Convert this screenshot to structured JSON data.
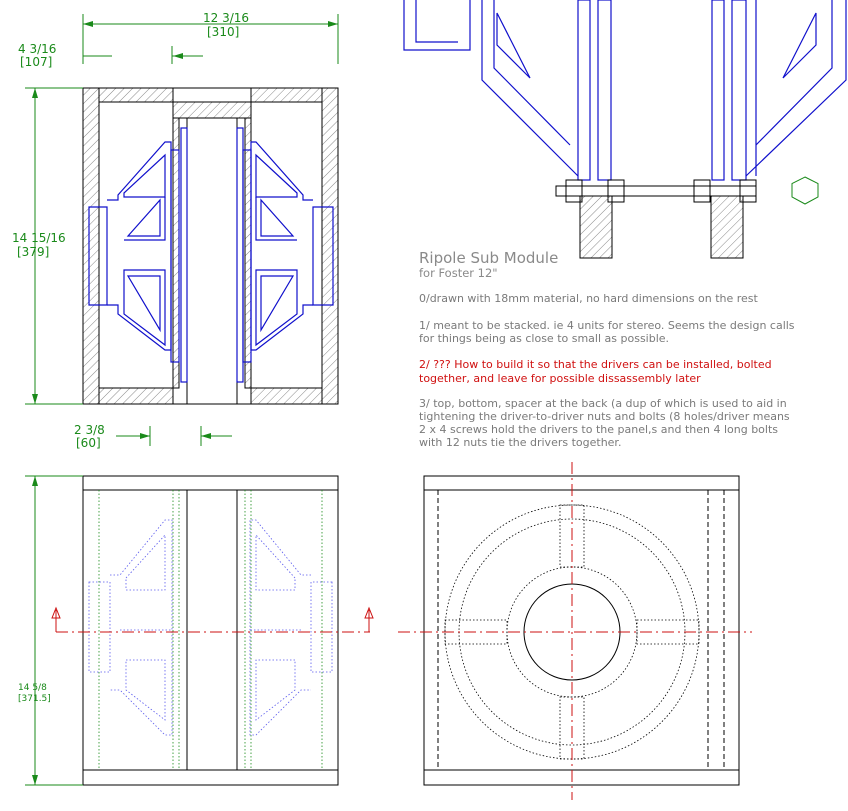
{
  "title": "Ripole Sub Module",
  "subtitle": "for Foster 12\"",
  "notes": [
    "0/drawn with 18mm material, no hard dimensions on the rest",
    "1/ meant to be stacked. ie 4 units for stereo. Seems the design calls",
    "for things being as close to small as possible."
  ],
  "note2": [
    "2/ ??? How to build it so that the drivers can be installed, bolted",
    "together, and leave for possible dissassembly later"
  ],
  "note3": [
    "3/ top, bottom, spacer at the back (a dup of which is used to aid in",
    "tightening the driver-to-driver nuts and bolts (8 holes/driver means",
    "2 x 4 screws hold the drivers to the panel,s and then 4 long bolts",
    "with 12 nuts tie the drivers together."
  ],
  "dimensions": {
    "width_imperial": "12 3/16",
    "width_metric": "[310]",
    "offset_imperial": "4 3/16",
    "offset_metric": "[107]",
    "height_imperial": "14 15/16",
    "height_metric": "[379]",
    "gap_imperial": "2 3/8",
    "gap_metric": "[60]",
    "height2_imperial": "14 5/8",
    "height2_metric": "[371.5]"
  },
  "colors": {
    "outline": "#000000",
    "driver": "#1010cc",
    "dimension": "#1a8a1a",
    "centerline": "#cc1010",
    "text": "#8a8a8a",
    "warning": "#d01010"
  }
}
